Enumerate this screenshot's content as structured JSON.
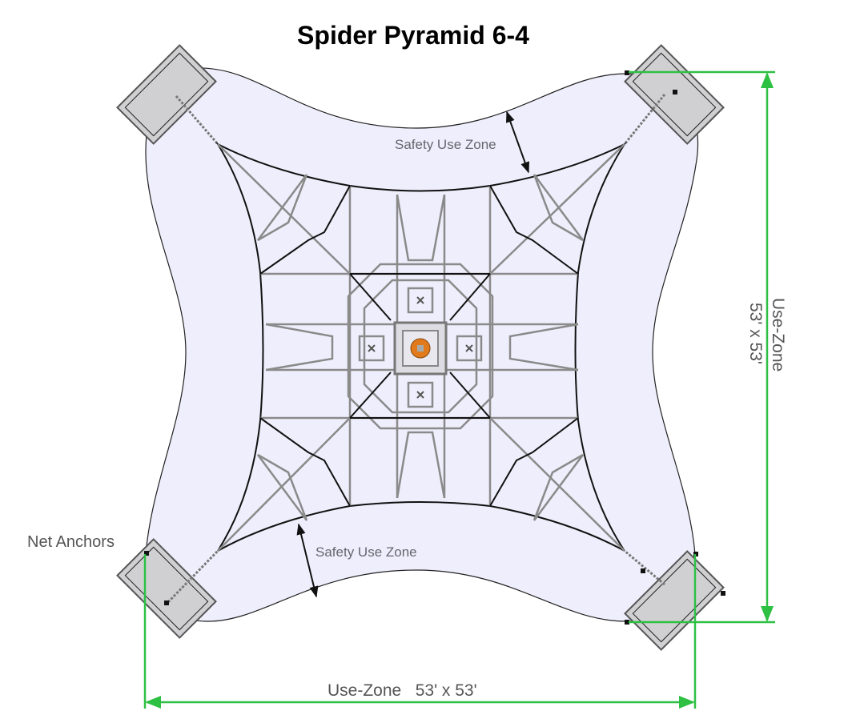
{
  "title": "Spider Pyramid 6-4",
  "labels": {
    "safety_zone_top": "Safety Use Zone",
    "safety_zone_bottom": "Safety Use Zone",
    "net_anchors": "Net Anchors",
    "use_zone_horizontal": "Use-Zone   53' x 53'",
    "use_zone_vertical_line1": "Use-Zone",
    "use_zone_vertical_line2": "53' x 53'"
  },
  "dimensions": {
    "width": "53'",
    "depth": "53'"
  },
  "colors": {
    "zone_fill": "#efeefc",
    "dimension_line": "#2ec043",
    "net_dark": "#111111",
    "net_light": "#8a8a8a",
    "anchor_fill": "#d2d2d4",
    "center_ball": "#e07a1c"
  }
}
